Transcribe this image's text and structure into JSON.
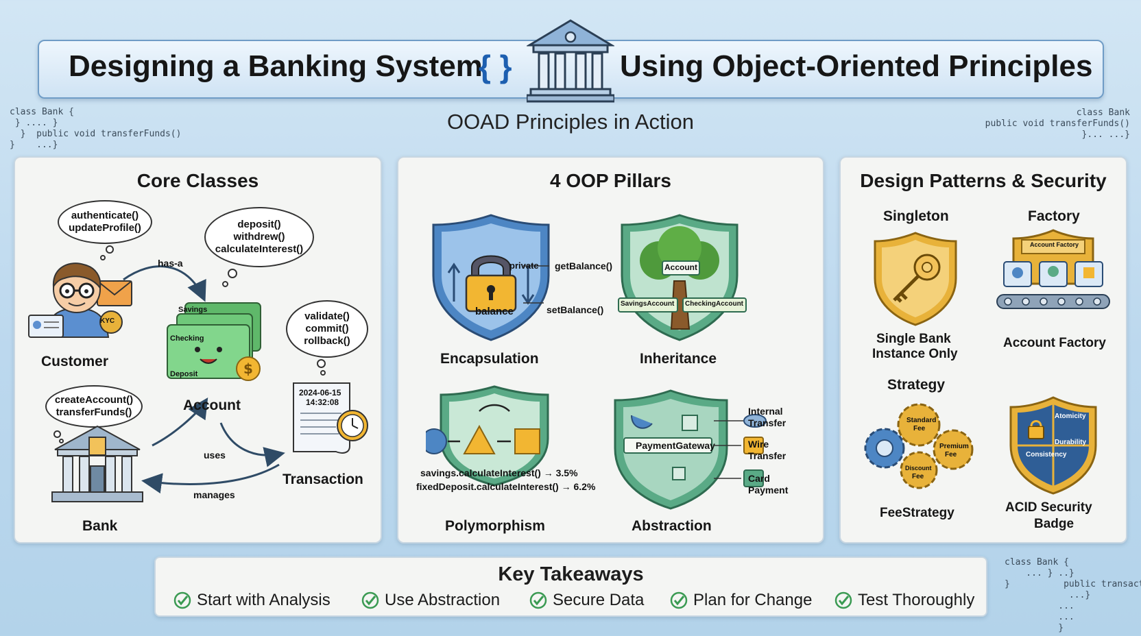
{
  "header": {
    "title_left": "Designing a Banking System",
    "braces": "{ }",
    "title_right": "Using Object-Oriented Principles",
    "subtitle": "OOAD Principles in Action"
  },
  "code_snippets": {
    "top_left": "class Bank {\n } .... }\n  }  public void transferFunds()\n}    ...}",
    "top_right": "class Bank\npublic void transferFunds()\n}... ...}",
    "bottom_right": "class Bank {\n    ... } ..}\n}          public transacti\n            ...}\n          ...\n          ...\n          }"
  },
  "core_classes": {
    "heading": "Core Classes",
    "customer": {
      "label": "Customer",
      "methods": [
        "authenticate()",
        "updateProfile()"
      ],
      "badge": "KYC"
    },
    "account": {
      "label": "Account",
      "methods": [
        "deposit()",
        "withdrew()",
        "calculateInterest()"
      ],
      "cards": [
        "Savings",
        "Checking",
        "Deposit"
      ]
    },
    "transaction": {
      "label": "Transaction",
      "methods": [
        "validate()",
        "commit()",
        "rollback()"
      ],
      "date": "2024-06-15",
      "time": "14:32:08"
    },
    "bank": {
      "label": "Bank",
      "methods": [
        "createAccount()",
        "transferFunds()"
      ]
    },
    "relations": {
      "has_a": "has-a",
      "uses": "uses",
      "manages": "manages"
    }
  },
  "pillars": {
    "heading": "4 OOP Pillars",
    "encapsulation": {
      "label": "Encapsulation",
      "inner": "balance",
      "private": "private",
      "getter": "getBalance()",
      "setter": "setBalance()"
    },
    "inheritance": {
      "label": "Inheritance",
      "base": "Account",
      "child1": "SavingsAccount",
      "child2": "CheckingAccount"
    },
    "polymorphism": {
      "label": "Polymorphism",
      "line1": "savings.calculateInterest() → 3.5%",
      "line2": "fixedDeposit.calculateInterest() → 6.2%"
    },
    "abstraction": {
      "label": "Abstraction",
      "gateway": "PaymentGateway",
      "opt1a": "Internal",
      "opt1b": "Transfer",
      "opt2a": "Wire",
      "opt2b": "Transfer",
      "opt3a": "Card",
      "opt3b": "Payment"
    }
  },
  "patterns": {
    "heading": "Design Patterns & Security",
    "singleton": {
      "title": "Singleton",
      "caption1": "Single Bank",
      "caption2": "Instance Only"
    },
    "factory": {
      "title": "Factory",
      "caption": "Account Factory",
      "sign": "Account Factory"
    },
    "strategy": {
      "title": "Strategy",
      "caption": "FeeStrategy",
      "gear1a": "Standard",
      "gear1b": "Fee",
      "gear2a": "Premium",
      "gear2b": "Fee",
      "gear3a": "Discount",
      "gear3b": "Fee"
    },
    "acid": {
      "caption1": "ACID Security",
      "caption2": "Badge",
      "q1": "Atomicity",
      "q2": "Durability",
      "q3": "Consistency"
    }
  },
  "takeaways": {
    "title": "Key Takeaways",
    "items": [
      "Start with Analysis",
      "Use Abstraction",
      "Secure Data",
      "Plan for Change",
      "Test Thoroughly"
    ]
  },
  "colors": {
    "accent_blue": "#1d5fb0",
    "check_green": "#3a9a52",
    "gold": "#e8b23a",
    "shield_blue": "#4d86c4",
    "shield_green": "#5aaa86"
  }
}
